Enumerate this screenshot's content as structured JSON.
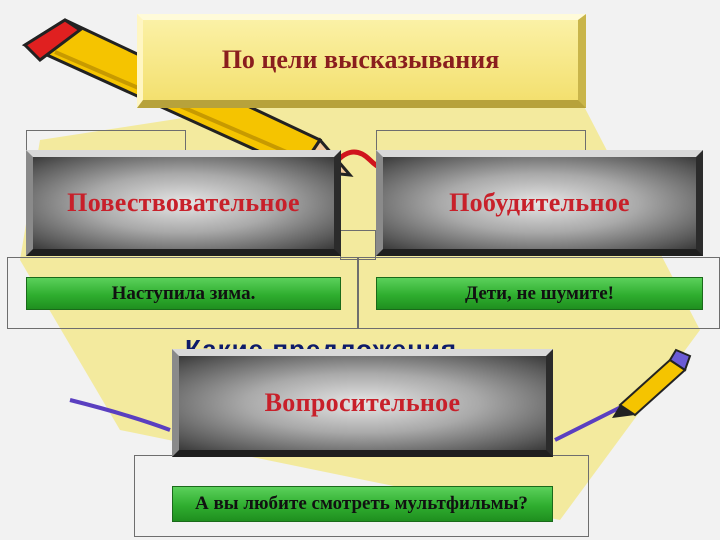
{
  "title": "По цели высказывания",
  "types": [
    {
      "label": "Повествовательное",
      "example": "Наступила зима."
    },
    {
      "label": "Побудительное",
      "example": "Дети, не шумите!"
    },
    {
      "label": "Вопросительное",
      "example": "А вы любите смотреть мультфильмы?"
    }
  ],
  "background_text": "Какие предложения",
  "colors": {
    "plate_text": "#c8202a",
    "title_text": "#8a1e1e",
    "example_bar": "#2fae2f",
    "background_text": "#0d1b6a"
  }
}
